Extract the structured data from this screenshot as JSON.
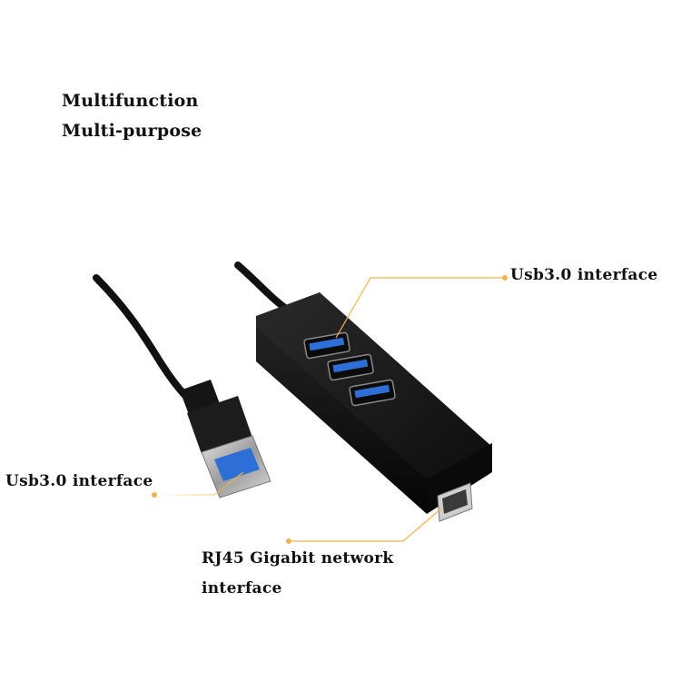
{
  "headline": {
    "line1": "Multifunction",
    "line2": "Multi-purpose"
  },
  "callouts": {
    "usb_ports": "Usb3.0 interface",
    "usb_plug": "Usb3.0 interface",
    "rj45_line1": "RJ45 Gigabit network",
    "rj45_line2": "interface"
  },
  "colors": {
    "leader_line": "#f0b54a",
    "hub_body": "#1b1b1b",
    "usb_blue": "#2d6fd6"
  },
  "device": {
    "type": "USB 3.0 hub with RJ45 gigabit ethernet adapter",
    "usb_port_count": 3,
    "rj45_port_count": 1
  }
}
